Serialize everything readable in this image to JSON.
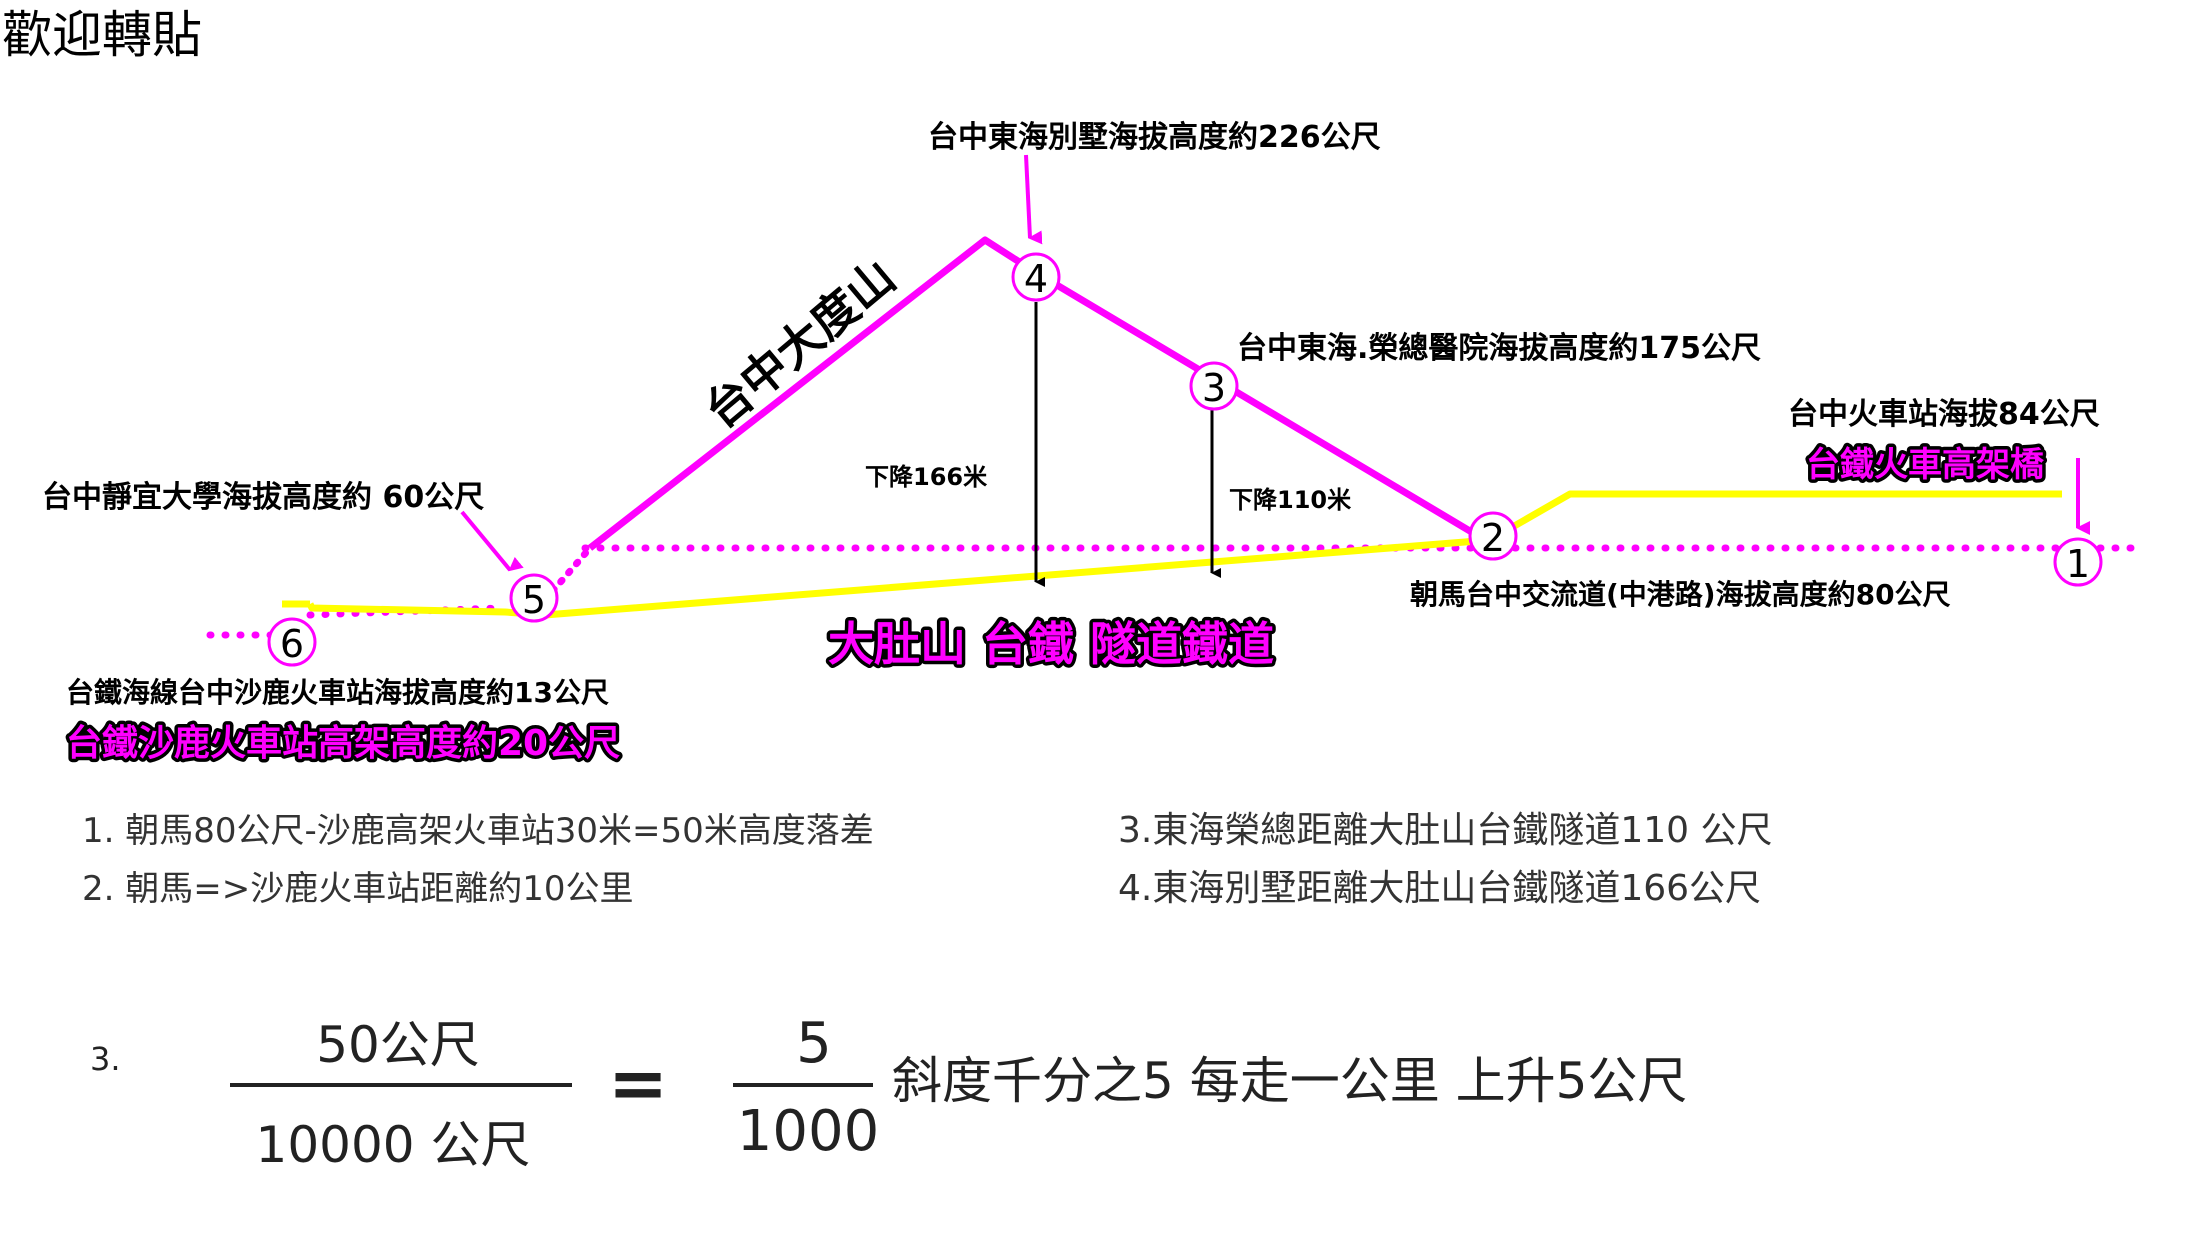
{
  "watermark": "歡迎轉貼",
  "points": [
    {
      "id": "1",
      "label": "1"
    },
    {
      "id": "2",
      "label": "2"
    },
    {
      "id": "3",
      "label": "3"
    },
    {
      "id": "4",
      "label": "4"
    },
    {
      "id": "5",
      "label": "5"
    },
    {
      "id": "6",
      "label": "6"
    }
  ],
  "labels": {
    "tunghai_villa": "台中東海別墅海拔高度約226公尺",
    "tadu_mountain": "台中大度山",
    "tunghai_hospital": "台中東海.榮總醫院海拔高度約175公尺",
    "taichung_station": "台中火車站海拔84公尺",
    "tra_viaduct": "台鐵火車高架橋",
    "jingyi_univ": "台中靜宜大學海拔高度約 60公尺",
    "drop_166": "下降166米",
    "drop_110": "下降110米",
    "chaoma": "朝馬台中交流道(中港路)海拔高度約80公尺",
    "tunnel": "大肚山 台鐵 隧道鐵道",
    "shalu_station": "台鐵海線台中沙鹿火車站海拔高度約13公尺",
    "shalu_viaduct": "台鐵沙鹿火車站高架高度約20公尺"
  },
  "notes": {
    "n1": "1. 朝馬80公尺-沙鹿高架火車站30米=50米高度落差",
    "n2": "2. 朝馬=>沙鹿火車站距離約10公里",
    "n3": "3.東海榮總距離大肚山台鐵隧道110 公尺",
    "n4": "4.東海別墅距離大肚山台鐵隧道166公尺"
  },
  "formula": {
    "index": "3.",
    "num1": "50公尺",
    "den1": "10000 公尺",
    "equals": "=",
    "num2": "5",
    "den2": "1000",
    "result": "斜度千分之5   每走一公里 上升5公尺"
  },
  "colors": {
    "mountain_line": "#ff00ff",
    "track_line": "#ffff00",
    "arrow": "#000000"
  }
}
